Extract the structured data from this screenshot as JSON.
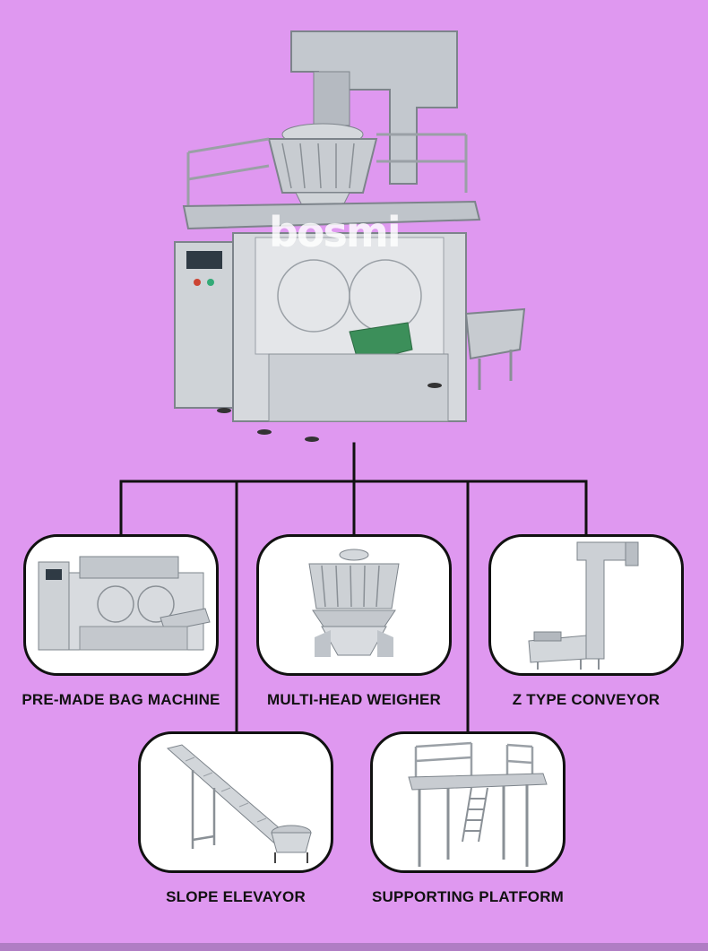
{
  "brand": {
    "logo_text": "bosmi"
  },
  "colors": {
    "background": "#df98f0",
    "line": "#111111",
    "card": "#ffffff",
    "steel": "#c9cdd2"
  },
  "components": [
    {
      "id": "pre-made-bag-machine",
      "label": "PRE-MADE BAG MACHINE"
    },
    {
      "id": "multi-head-weigher",
      "label": "MULTI-HEAD WEIGHER"
    },
    {
      "id": "z-type-conveyor",
      "label": "Z TYPE CONVEYOR"
    },
    {
      "id": "slope-elevator",
      "label": "SLOPE ELEVAYOR"
    },
    {
      "id": "supporting-platform",
      "label": "SUPPORTING PLATFORM"
    }
  ]
}
